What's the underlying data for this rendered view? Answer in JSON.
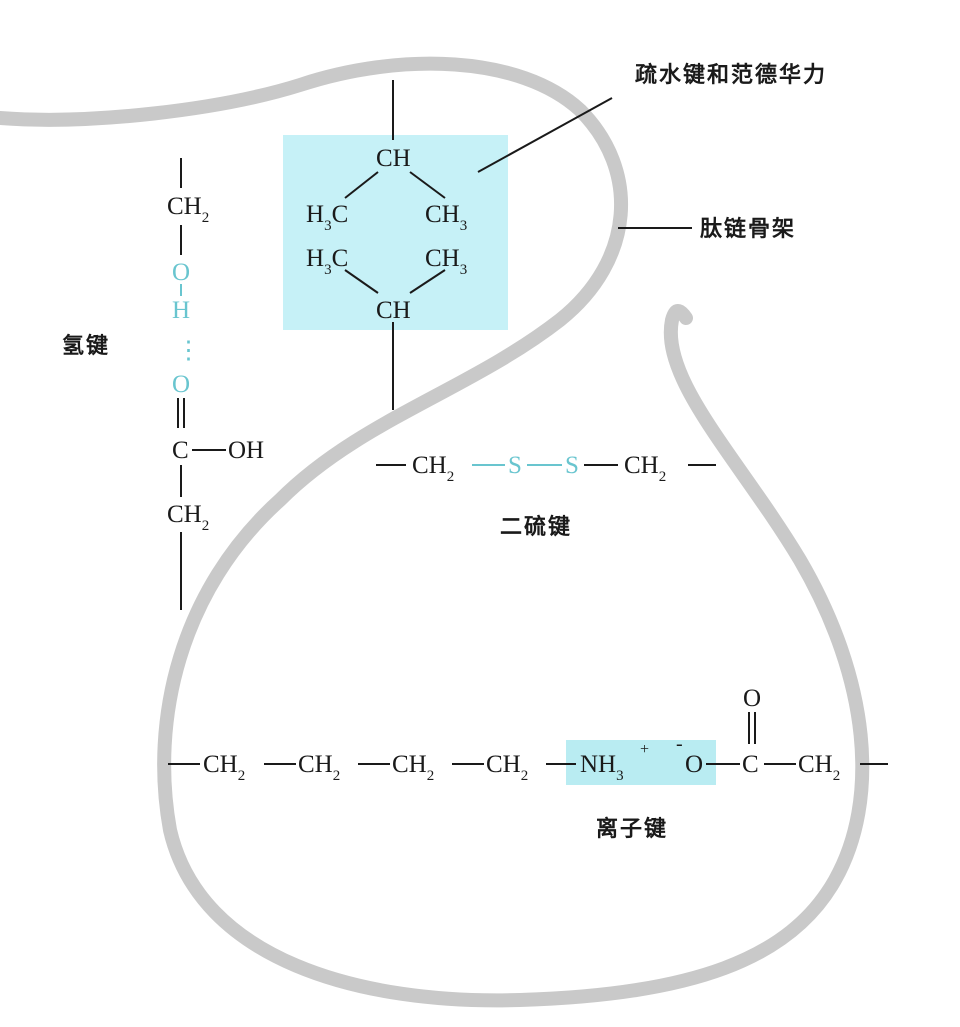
{
  "labels": {
    "hydrophobic": "疏水键和范德华力",
    "backbone": "肽链骨架",
    "hydrogen_bond": "氢键",
    "disulfide": "二硫键",
    "ionic": "离子键"
  },
  "hydrophobic_group": {
    "ch_top": "CH",
    "h3c_left_1": "H3C",
    "ch3_right_1": "CH3",
    "h3c_left_2": "H3C",
    "ch3_right_2": "CH3",
    "ch_bottom": "CH"
  },
  "hydrogen_bond_group": {
    "ch2_top": "CH2",
    "o_atom": "O",
    "h_atom": "H",
    "dots": "⋮",
    "o_carbonyl": "O",
    "c_atom": "C",
    "oh": "OH",
    "ch2_bottom": "CH2"
  },
  "disulfide_group": {
    "ch2_left": "CH2",
    "s1": "S",
    "s2": "S",
    "ch2_right": "CH2"
  },
  "ionic_group": {
    "ch2_1": "CH2",
    "ch2_2": "CH2",
    "ch2_3": "CH2",
    "ch2_4": "CH2",
    "nh3": "NH3",
    "plus": "+",
    "minus": "-",
    "o_anion": "O",
    "c_carbonyl": "C",
    "o_double": "O",
    "ch2_end": "CH2"
  },
  "colors": {
    "backbone": "#c9c9c9",
    "highlight_box": "#c6f1f7",
    "bond_blue": "#69c5cf"
  }
}
